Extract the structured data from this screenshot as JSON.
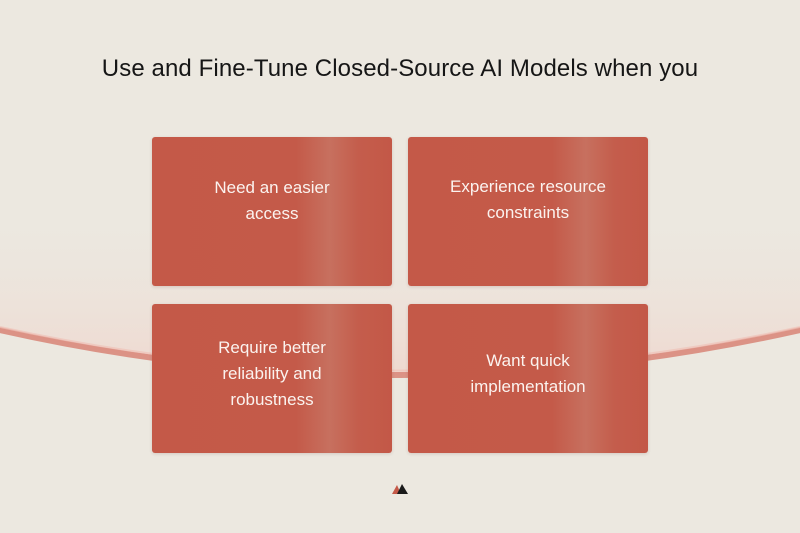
{
  "title": "Use and Fine-Tune Closed-Source AI Models when you",
  "cards": [
    {
      "text": "Need an easier access"
    },
    {
      "text": "Experience resource constraints"
    },
    {
      "text": "Require better reliability and robustness"
    },
    {
      "text": "Want quick implementation"
    }
  ],
  "colors": {
    "background": "#ece8e0",
    "card": "#c45948",
    "arc": "#d7887a",
    "title": "#161616",
    "card_text": "#fbf3ef"
  },
  "logo_icon": "mountain-logo-icon"
}
